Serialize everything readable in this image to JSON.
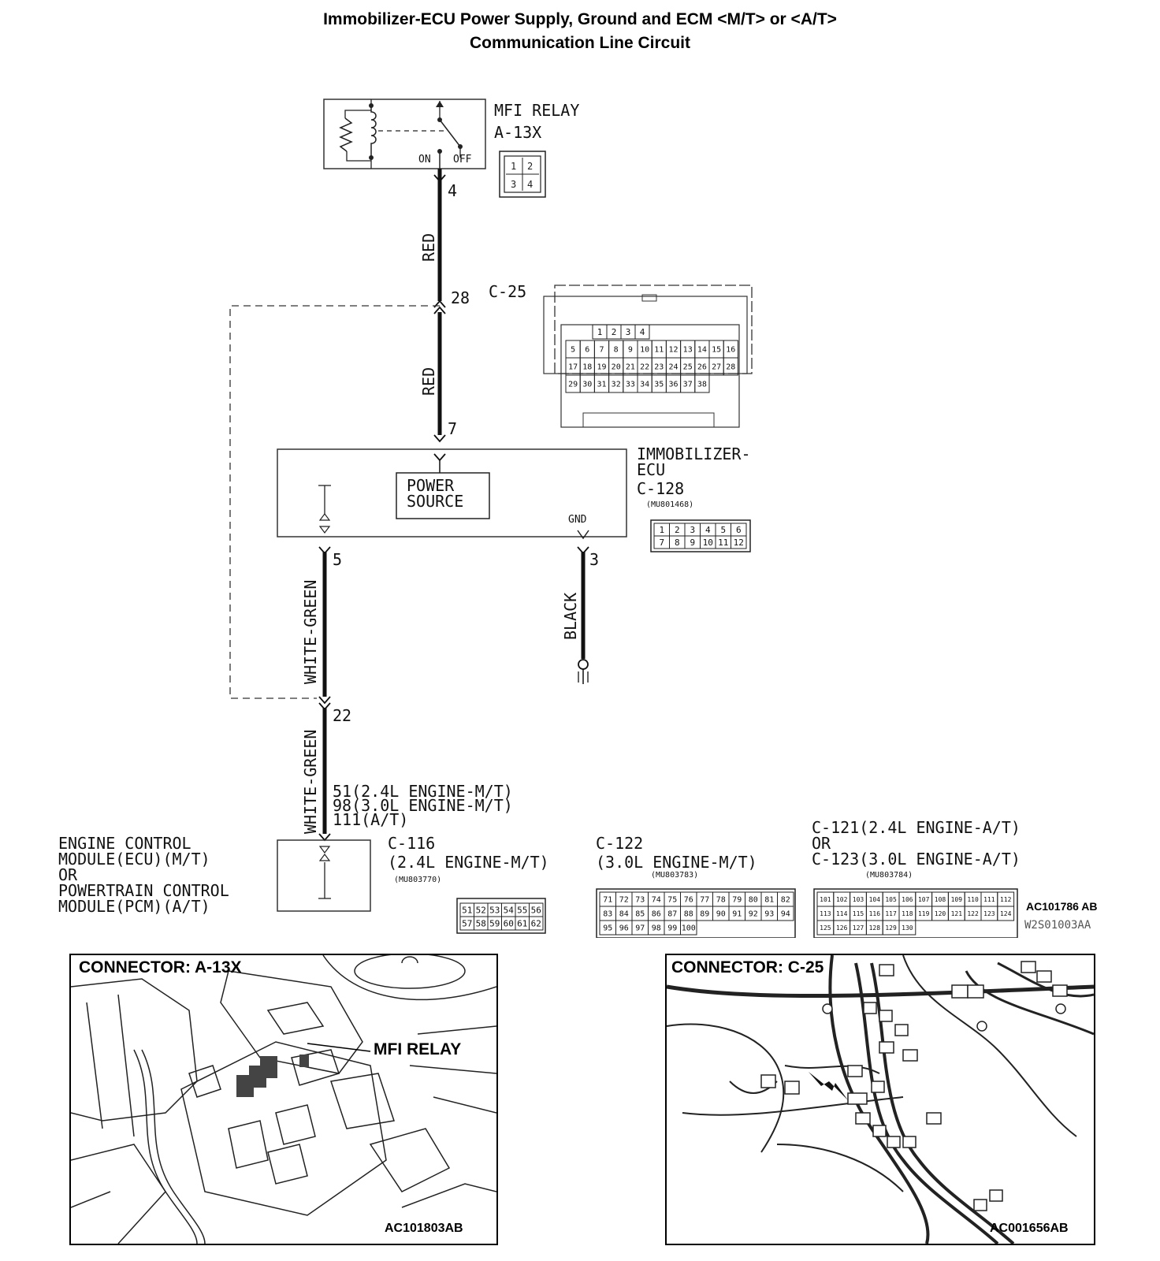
{
  "title": {
    "line1": "Immobilizer-ECU Power Supply, Ground and ECM <M/T> or <A/T>",
    "line2": "Communication Line Circuit"
  },
  "mfi_relay": {
    "name": "MFI RELAY",
    "connector": "A-13X",
    "on_label": "ON",
    "off_label": "OFF",
    "pins": [
      "1",
      "2",
      "3",
      "4"
    ],
    "terminal": "4"
  },
  "c25": {
    "connector": "C-25",
    "pin_in": "28",
    "pins": [
      "1",
      "2",
      "3",
      "4",
      "5",
      "6",
      "7",
      "8",
      "9",
      "10",
      "11",
      "12",
      "13",
      "14",
      "15",
      "16",
      "17",
      "18",
      "19",
      "20",
      "21",
      "22",
      "23",
      "24",
      "25",
      "26",
      "27",
      "28",
      "29",
      "30",
      "31",
      "32",
      "33",
      "34",
      "35",
      "36",
      "37",
      "38"
    ]
  },
  "wires": {
    "relay_to_c25": "RED",
    "c25_to_ecu": "RED",
    "ecu_to_c25_comm": "WHITE-GREEN",
    "c25_to_ecm_comm": "WHITE-GREEN",
    "ground": "BLACK"
  },
  "immobilizer_ecu": {
    "name_line1": "IMMOBILIZER-",
    "name_line2": "ECU",
    "connector": "C-128",
    "part": "(MU801468)",
    "power_source_line1": "POWER",
    "power_source_line2": "SOURCE",
    "gnd": "GND",
    "pin_power": "7",
    "pin_comm": "5",
    "pin_gnd": "3",
    "pins": [
      "1",
      "2",
      "3",
      "4",
      "5",
      "6",
      "7",
      "8",
      "9",
      "10",
      "11",
      "12"
    ]
  },
  "ecm": {
    "line1": "ENGINE CONTROL",
    "line2": "MODULE(ECU)(M/T)",
    "line3": "OR",
    "line4": "POWERTRAIN CONTROL",
    "line5": "MODULE(PCM)(A/T)",
    "c25_pin": "22",
    "pin_line1": "51(2.4L ENGINE-M/T)",
    "pin_line2": "98(3.0L ENGINE-M/T)",
    "pin_line3": "111(A/T)"
  },
  "connectors_bottom": {
    "c116_line1": "C-116",
    "c116_line2": "(2.4L ENGINE-M/T)",
    "c116_part": "(MU803770)",
    "c116_pins": [
      "51",
      "52",
      "53",
      "54",
      "55",
      "56",
      "57",
      "58",
      "59",
      "60",
      "61",
      "62"
    ],
    "c122_line1": "C-122",
    "c122_line2": "(3.0L ENGINE-M/T)",
    "c122_part": "(MU803783)",
    "c122_pins": [
      "71",
      "72",
      "73",
      "74",
      "75",
      "76",
      "77",
      "78",
      "79",
      "80",
      "81",
      "82",
      "83",
      "84",
      "85",
      "86",
      "87",
      "88",
      "89",
      "90",
      "91",
      "92",
      "93",
      "94",
      "95",
      "96",
      "97",
      "98",
      "99",
      "100"
    ],
    "c121_line1": "C-121(2.4L ENGINE-A/T)",
    "c121_line2": "OR",
    "c121_line3": "C-123(3.0L ENGINE-A/T)",
    "c121_part": "(MU803784)",
    "c121_pins": [
      "101",
      "102",
      "103",
      "104",
      "105",
      "106",
      "107",
      "108",
      "109",
      "110",
      "111",
      "112",
      "113",
      "114",
      "115",
      "116",
      "117",
      "118",
      "119",
      "120",
      "121",
      "122",
      "123",
      "124",
      "125",
      "126",
      "127",
      "128",
      "129",
      "130"
    ],
    "code_ab": "AC101786 AB",
    "code_w": "W2S01003AA"
  },
  "photos": {
    "left_caption": "CONNECTOR: A-13X",
    "left_callout": "MFI RELAY",
    "left_code": "AC101803AB",
    "right_caption": "CONNECTOR: C-25",
    "right_code": "AC001656AB"
  }
}
